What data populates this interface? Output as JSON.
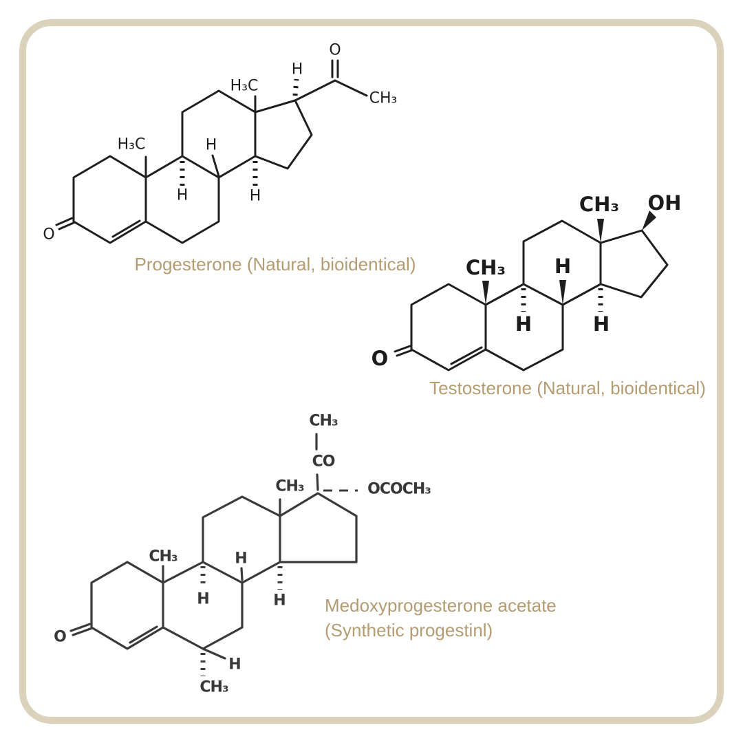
{
  "colors": {
    "background": "#ffffff",
    "frame_border": "#dbd2bc",
    "caption_text": "#b49c72",
    "bond_line": "#1f1f1f",
    "bond_line_scan": "#3a3a3a"
  },
  "structures": [
    {
      "id": "progesterone",
      "caption": "Progesterone (Natural, bioidentical)",
      "atoms": {
        "o3": "O",
        "c19_methyl": "H₃C",
        "c18_methyl": "H₃C",
        "h8": "H",
        "h9": "H",
        "h14": "H",
        "h17": "H",
        "o20": "O",
        "c21_methyl": "CH₃"
      }
    },
    {
      "id": "testosterone",
      "caption": "Testosterone (Natural, bioidentical)",
      "atoms": {
        "o3": "O",
        "c19_methyl": "CH₃",
        "c18_methyl": "CH₃",
        "oh17": "OH",
        "h8": "H",
        "h9": "H",
        "h14": "H"
      }
    },
    {
      "id": "medroxyprogesterone_acetate",
      "caption_line1": "Medoxyprogesterone acetate",
      "caption_line2": "(Synthetic progestinl)",
      "atoms": {
        "o3": "O",
        "c19_methyl": "CH₃",
        "c18_methyl": "CH₃",
        "c20_carbonyl": "CO",
        "c21_methyl": "CH₃",
        "acetate": "OCOCH₃",
        "h8": "H",
        "h9": "H",
        "h14": "H",
        "h6": "H",
        "c6_methyl": "CH₃"
      }
    }
  ]
}
